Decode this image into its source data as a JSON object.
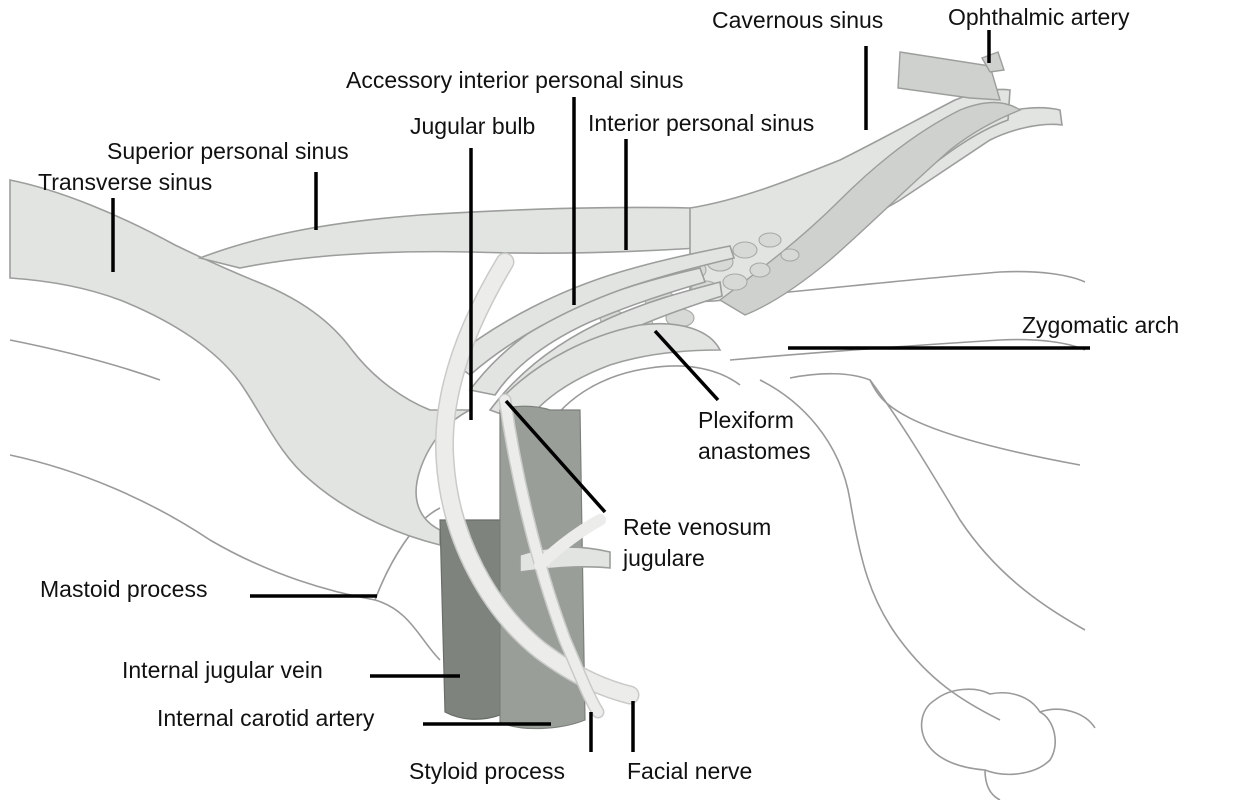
{
  "labels": {
    "cavernous_sinus": "Cavernous sinus",
    "ophthalmic_artery": "Ophthalmic artery",
    "accessory_interior_personal_sinus": "Accessory interior personal sinus",
    "jugular_bulb": "Jugular bulb",
    "interior_personal_sinus": "Interior personal sinus",
    "superior_personal_sinus": "Superior personal sinus",
    "transverse_sinus": "Transverse sinus",
    "zygomatic_arch": "Zygomatic arch",
    "plexiform_anastomes": [
      "Plexiform",
      "anastomes"
    ],
    "rete_venosum_jugulare": [
      "Rete venosum",
      "jugulare"
    ],
    "mastoid_process": "Mastoid process",
    "internal_jugular_vein": "Internal jugular vein",
    "internal_carotid_artery": "Internal carotid artery",
    "styloid_process": "Styloid process",
    "facial_nerve": "Facial nerve"
  },
  "colors": {
    "sinus_fill": "#e2e4e2",
    "vein_fill": "#7e837d",
    "artery_fill": "#9a9e99",
    "nerve_fill": "#ececea",
    "leader_line": "#000000",
    "text": "#111111"
  }
}
